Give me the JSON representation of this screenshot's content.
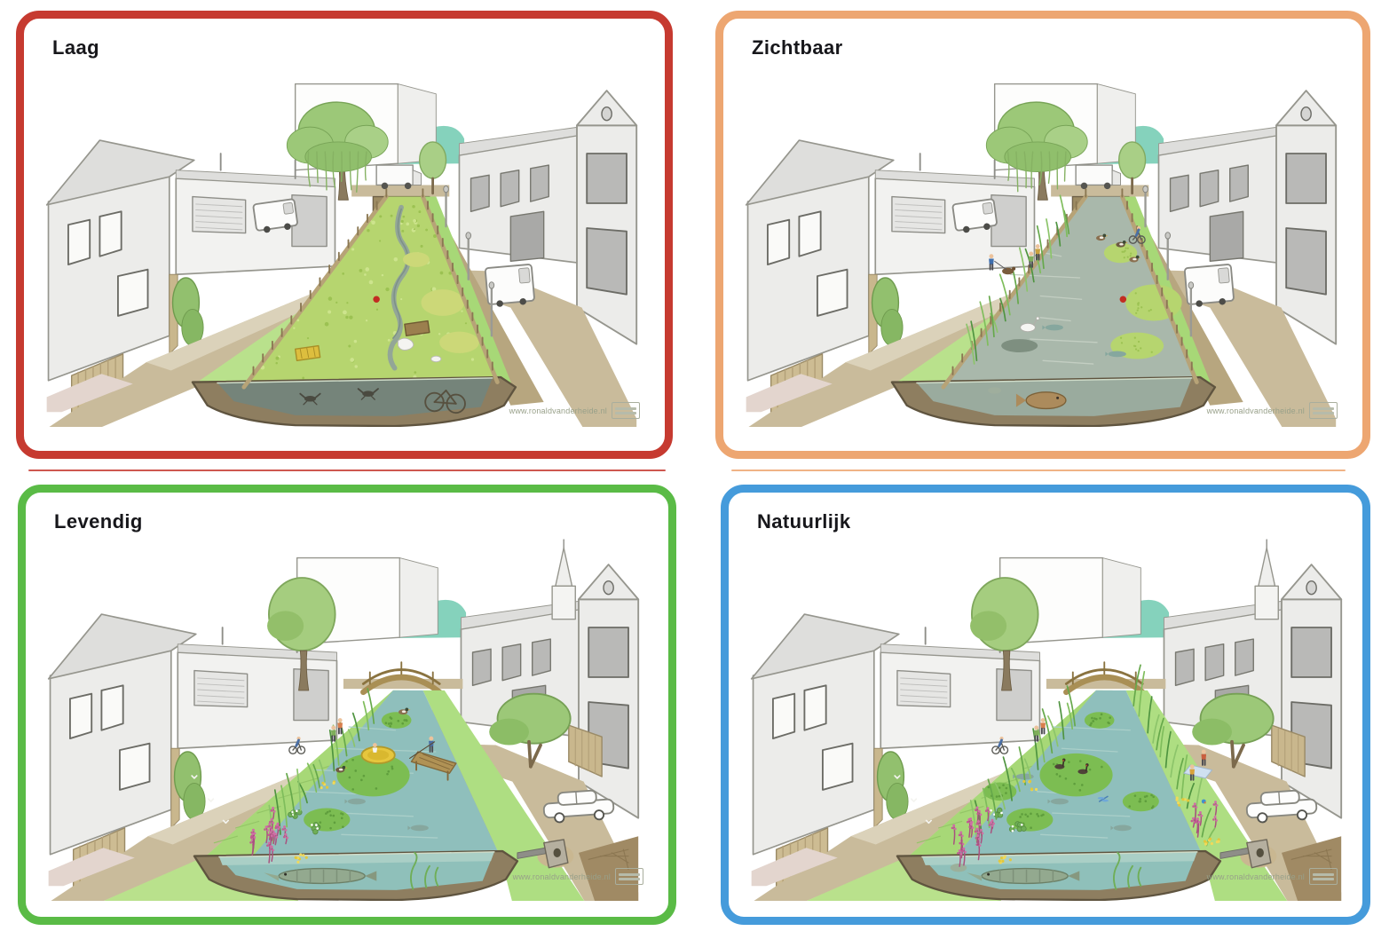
{
  "page": {
    "background": "#ffffff"
  },
  "panels": [
    {
      "id": "laag",
      "title": "Laag",
      "border_color": "#c63a30",
      "divider_color": "#c63a30",
      "watermark": "www.ronaldvanderheide.nl",
      "scene": {
        "layout": "street",
        "water_color": "#b6d56f",
        "cross_water": "#75847a",
        "duckweed_full": true,
        "duckweed_patches": false,
        "reeds_left": false,
        "reeds_right": false,
        "flowers_left": false,
        "flowers_right": false,
        "lilies": false,
        "plant_patches": 0,
        "ducks": 0,
        "grebes": false,
        "white_bird": false,
        "fish_shadows": 0,
        "carp": false,
        "pike": false,
        "extra_fish": false,
        "crayfish": true,
        "sunken_bike": true,
        "trash": true,
        "boat": false,
        "dock": false,
        "bridge": false,
        "dog_walker": false,
        "cyclist": false,
        "kids_bank": false,
        "picnic": false,
        "car": false,
        "vans": true,
        "willow": true,
        "drain": false,
        "wood_edging": true,
        "butterflies": false,
        "dragonfly": false,
        "kingfisher": false
      }
    },
    {
      "id": "zichtbaar",
      "title": "Zichtbaar",
      "border_color": "#eda671",
      "divider_color": "#eda671",
      "watermark": "www.ronaldvanderheide.nl",
      "scene": {
        "layout": "street",
        "water_color": "#a9b8ab",
        "cross_water": "#9aab9e",
        "duckweed_full": false,
        "duckweed_patches": true,
        "reeds_left": true,
        "reeds_right": false,
        "flowers_left": false,
        "flowers_right": false,
        "lilies": false,
        "plant_patches": 0,
        "ducks": 3,
        "grebes": false,
        "white_bird": true,
        "fish_shadows": 2,
        "carp": true,
        "pike": false,
        "extra_fish": false,
        "crayfish": false,
        "sunken_bike": false,
        "trash": true,
        "boat": false,
        "dock": false,
        "bridge": false,
        "dog_walker": true,
        "cyclist": true,
        "kids_bank": true,
        "picnic": false,
        "car": false,
        "vans": true,
        "willow": true,
        "drain": false,
        "wood_edging": true,
        "butterflies": false,
        "dragonfly": false,
        "kingfisher": false
      }
    },
    {
      "id": "levendig",
      "title": "Levendig",
      "border_color": "#5abb46",
      "divider_color": "#5abb46",
      "watermark": "www.ronaldvanderheide.nl",
      "scene": {
        "layout": "park",
        "water_color": "#8fbfbc",
        "cross_water": "#8fc0ba",
        "duckweed_full": false,
        "duckweed_patches": false,
        "reeds_left": true,
        "reeds_right": false,
        "flowers_left": true,
        "flowers_right": false,
        "lilies": true,
        "plant_patches": 3,
        "ducks": 1,
        "grebes": false,
        "white_bird": false,
        "fish_shadows": 2,
        "carp": false,
        "pike": true,
        "extra_fish": false,
        "crayfish": false,
        "sunken_bike": false,
        "trash": false,
        "boat": true,
        "dock": true,
        "bridge": true,
        "dog_walker": false,
        "cyclist": true,
        "kids_bank": true,
        "picnic": false,
        "car": true,
        "vans": false,
        "willow": false,
        "drain": true,
        "wood_edging": false,
        "butterflies": true,
        "dragonfly": false,
        "kingfisher": false
      }
    },
    {
      "id": "natuurlijk",
      "title": "Natuurlijk",
      "border_color": "#459bdb",
      "divider_color": "#459bdb",
      "watermark": "www.ronaldvanderheide.nl",
      "scene": {
        "layout": "park",
        "water_color": "#8fbfbc",
        "cross_water": "#8fc0ba",
        "duckweed_full": false,
        "duckweed_patches": false,
        "reeds_left": true,
        "reeds_right": true,
        "flowers_left": true,
        "flowers_right": true,
        "lilies": true,
        "plant_patches": 5,
        "ducks": 0,
        "grebes": true,
        "white_bird": false,
        "fish_shadows": 3,
        "carp": false,
        "pike": true,
        "extra_fish": true,
        "crayfish": false,
        "sunken_bike": false,
        "trash": false,
        "boat": false,
        "dock": false,
        "bridge": true,
        "dog_walker": false,
        "cyclist": true,
        "kids_bank": true,
        "picnic": true,
        "car": true,
        "vans": false,
        "willow": false,
        "drain": true,
        "wood_edging": false,
        "butterflies": true,
        "dragonfly": true,
        "kingfisher": true
      }
    }
  ]
}
